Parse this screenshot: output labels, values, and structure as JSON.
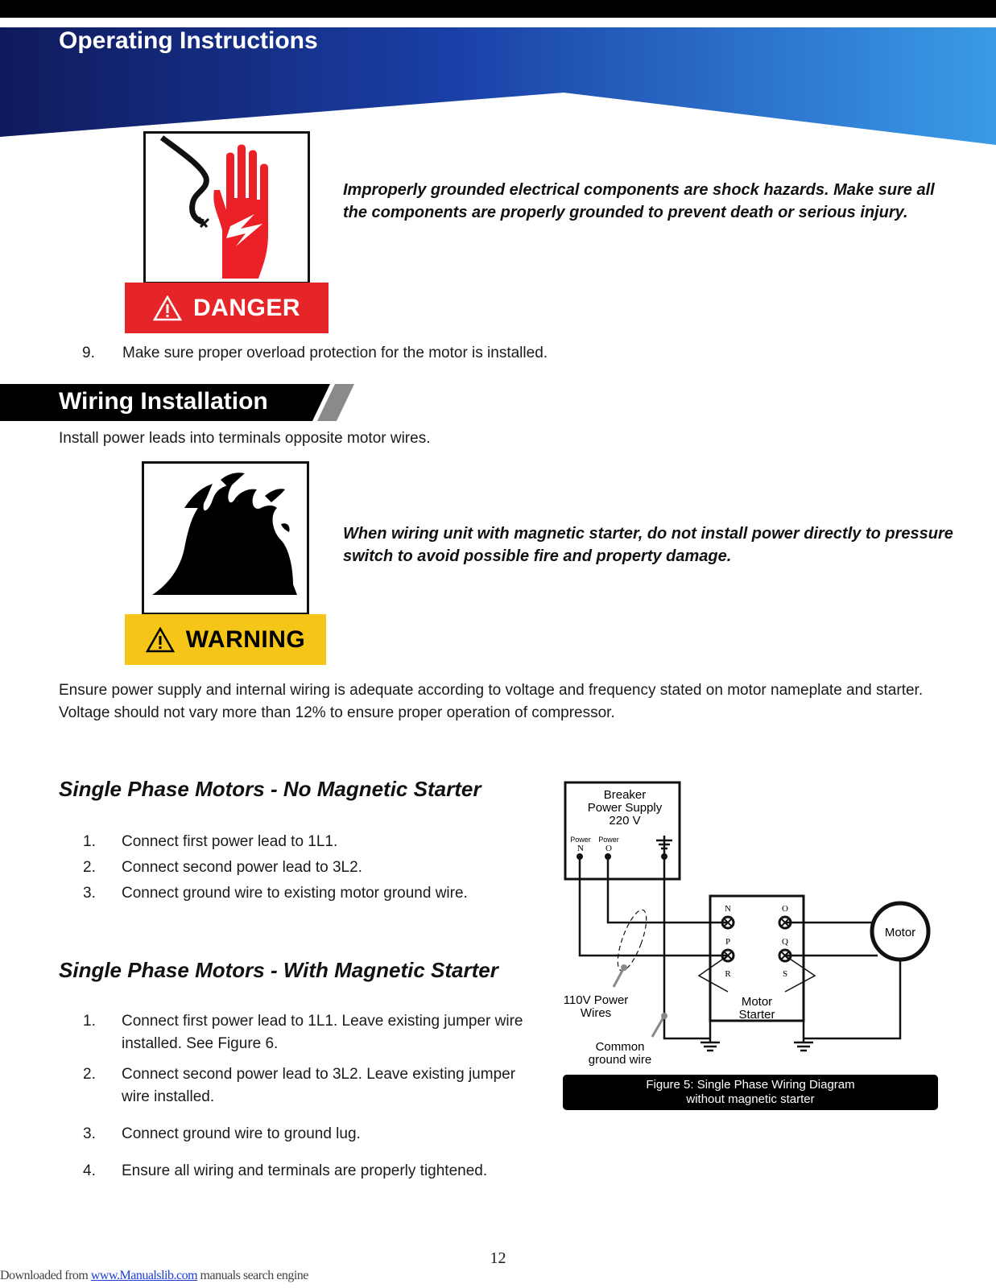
{
  "header": {
    "title": "Operating Instructions"
  },
  "danger": {
    "label": "DANGER",
    "text": "Improperly grounded electrical components are shock hazards. Make sure all the components are properly grounded to prevent death or serious injury."
  },
  "step9": {
    "num": "9.",
    "text": "Make sure proper overload protection for the motor is installed."
  },
  "wiring": {
    "title": "Wiring Installation",
    "intro": "Install power leads into terminals opposite motor wires."
  },
  "warning": {
    "label": "WARNING",
    "text": "When wiring unit with magnetic starter, do not install power directly to pressure switch to avoid possible fire and property damage."
  },
  "supply_note": "Ensure power supply and internal wiring is adequate according to voltage and frequency stated on motor nameplate and starter. Voltage should not vary more than 12% to ensure proper operation of compressor.",
  "no_starter": {
    "heading": "Single Phase Motors - No Magnetic Starter",
    "steps": [
      {
        "num": "1.",
        "text": "Connect first power lead to 1L1."
      },
      {
        "num": "2.",
        "text": "Connect second power lead to 3L2."
      },
      {
        "num": "3.",
        "text": "Connect ground wire to existing motor ground wire."
      }
    ]
  },
  "with_starter": {
    "heading": "Single Phase Motors - With Magnetic Starter",
    "steps": [
      {
        "num": "1.",
        "text": "Connect first power lead to 1L1. Leave existing jumper wire installed. See Figure 6."
      },
      {
        "num": "2.",
        "text": "Connect second power lead to 3L2. Leave existing jumper wire installed."
      },
      {
        "num": "3.",
        "text": "Connect ground wire to ground lug."
      },
      {
        "num": "4.",
        "text": "Ensure all wiring and terminals are properly tightened."
      }
    ]
  },
  "diagram": {
    "breaker_line1": "Breaker",
    "breaker_line2": "Power Supply",
    "breaker_line3": "220 V",
    "power_label_1": "Power",
    "power_label_2": "Power",
    "term_n_top": "N",
    "term_o_top": "O",
    "starter_n": "N",
    "starter_o": "O",
    "starter_p": "P",
    "starter_q": "Q",
    "starter_r": "R",
    "starter_s": "S",
    "motor": "Motor",
    "starter_line1": "Motor",
    "starter_line2": "Starter",
    "wires_line1": "110V Power",
    "wires_line2": "Wires",
    "ground_line1": "Common",
    "ground_line2": "ground wire",
    "caption_line1": "Figure 5: Single Phase Wiring Diagram",
    "caption_line2": "without magnetic starter"
  },
  "page_number": "12",
  "footer": {
    "prefix": "Downloaded from ",
    "link": "www.Manualslib.com",
    "suffix": "  manuals search engine"
  },
  "colors": {
    "header_dark": "#101a5e",
    "header_light": "#2f8fe0",
    "danger_red": "#e52528",
    "warning_yellow": "#f5c518",
    "hand_red": "#ec2128"
  }
}
